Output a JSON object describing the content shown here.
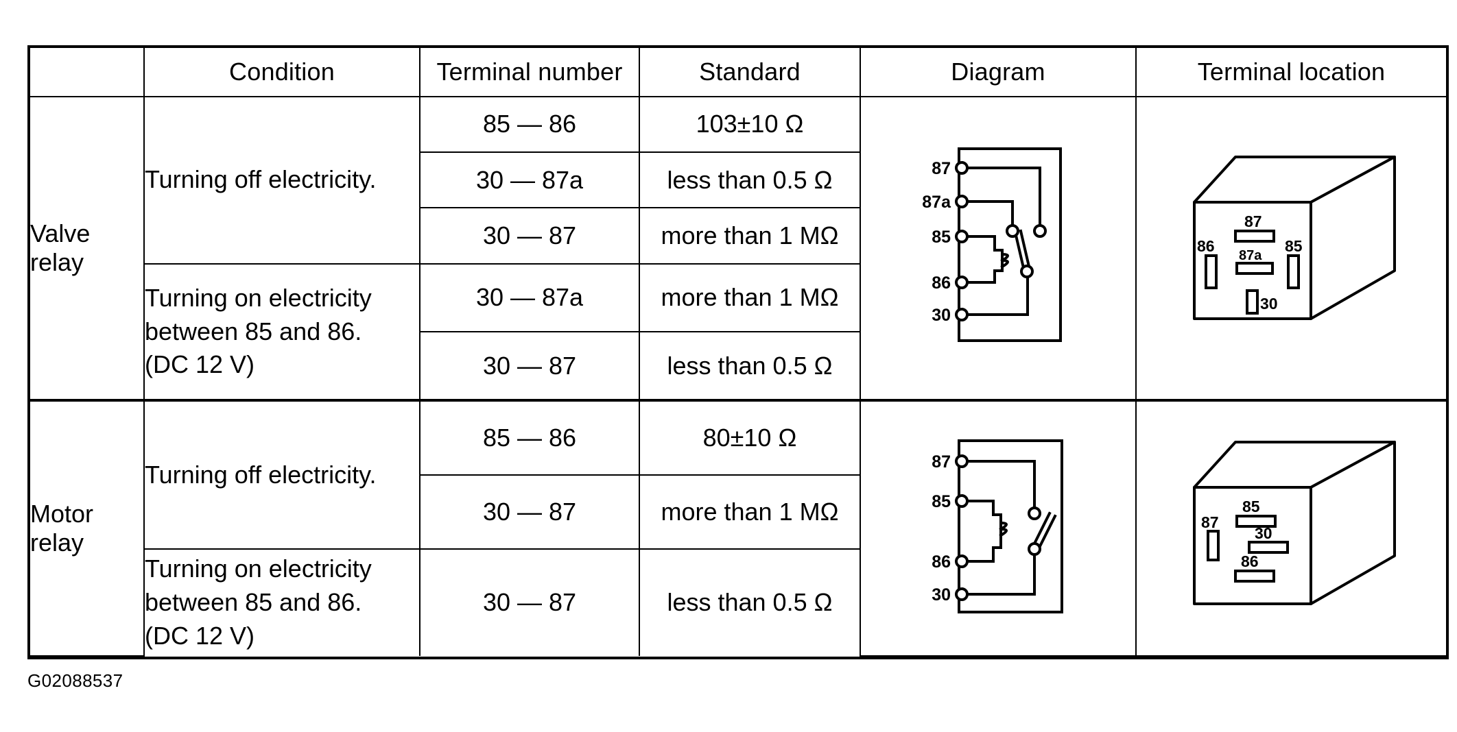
{
  "table": {
    "headers": {
      "group": "",
      "condition": "Condition",
      "terminal_number": "Terminal number",
      "standard": "Standard",
      "diagram": "Diagram",
      "terminal_location": "Terminal location"
    },
    "groups": [
      {
        "name": "Valve relay",
        "conditions": [
          {
            "text": "Turning off electricity.",
            "rows": [
              {
                "terminal": "85 — 86",
                "standard": "103±10 Ω"
              },
              {
                "terminal": "30 — 87a",
                "standard": "less than 0.5 Ω"
              },
              {
                "terminal": "30 — 87",
                "standard": "more than 1 MΩ"
              }
            ]
          },
          {
            "text": "Turning on electricity between 85 and 86. (DC 12 V)",
            "line1": "Turning on electricity",
            "line2": "between 85 and 86.",
            "line3": "(DC 12 V)",
            "rows": [
              {
                "terminal": "30 — 87a",
                "standard": "more than 1 MΩ"
              },
              {
                "terminal": "30 — 87",
                "standard": "less than 0.5 Ω"
              }
            ]
          }
        ],
        "diagram": {
          "type": "relay-schematic-5pin",
          "terminals": [
            "87",
            "87a",
            "85",
            "86",
            "30"
          ]
        },
        "terminal_location": {
          "type": "relay-body-isometric",
          "labels": [
            "87",
            "86",
            "87a",
            "85",
            "30"
          ]
        }
      },
      {
        "name": "Motor relay",
        "conditions": [
          {
            "text": "Turning off electricity.",
            "rows": [
              {
                "terminal": "85 — 86",
                "standard": "80±10 Ω"
              },
              {
                "terminal": "30 — 87",
                "standard": "more than 1 MΩ"
              }
            ]
          },
          {
            "text": "Turning on electricity between 85 and 86. (DC 12 V)",
            "line1": "Turning on electricity",
            "line2": "between 85 and 86.",
            "line3": "(DC 12 V)",
            "rows": [
              {
                "terminal": "30 — 87",
                "standard": "less than 0.5 Ω"
              }
            ]
          }
        ],
        "diagram": {
          "type": "relay-schematic-4pin",
          "terminals": [
            "87",
            "85",
            "86",
            "30"
          ]
        },
        "terminal_location": {
          "type": "relay-body-isometric",
          "labels": [
            "87",
            "85",
            "30",
            "86"
          ]
        }
      }
    ]
  },
  "footer": {
    "code": "G02088537"
  }
}
